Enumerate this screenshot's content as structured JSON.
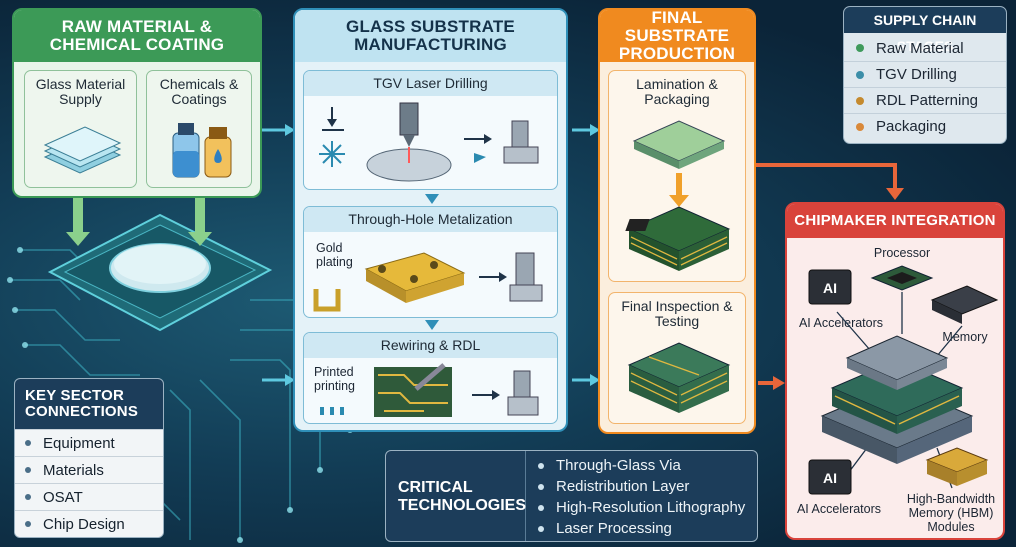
{
  "raw_material": {
    "title": "RAW MATERIAL &\nCHEMICAL COATING",
    "glass_supply": "Glass Material\nSupply",
    "chemicals": "Chemicals &\nCoatings"
  },
  "glass_manufacturing": {
    "title": "GLASS SUBSTRATE\nMANUFACTURING",
    "steps": [
      {
        "title": "TGV Laser Drilling"
      },
      {
        "title": "Through-Hole Metalization",
        "side_label": "Gold\nplating"
      },
      {
        "title": "Rewiring & RDL",
        "side_label": "Printed\nprinting"
      }
    ]
  },
  "final_substrate": {
    "title": "FINAL SUBSTRATE\nPRODUCTION",
    "lamination": "Lamination &\nPackaging",
    "inspection": "Final Inspection &\nTesting"
  },
  "supply_chain": {
    "title": "SUPPLY CHAIN STAGES",
    "items": [
      {
        "label": "Raw Material",
        "color": "#3f9a5c"
      },
      {
        "label": "TGV Drilling",
        "color": "#3c8ea8"
      },
      {
        "label": "RDL Patterning",
        "color": "#c58a2e"
      },
      {
        "label": "Packaging",
        "color": "#d9893a"
      }
    ]
  },
  "chipmaker": {
    "title": "CHIPMAKER INTEGRATION",
    "processor": "Processor",
    "ai_accelerators_top": "AI Accelerators",
    "memory": "Memory",
    "ai_accelerators_bottom": "AI Accelerators",
    "hbm": "High-Bandwidth\nMemory (HBM)\nModules",
    "ai_chip_text": "AI"
  },
  "key_sector": {
    "title": "KEY SECTOR\nCONNECTIONS",
    "items": [
      "Equipment",
      "Materials",
      "OSAT",
      "Chip Design"
    ]
  },
  "critical": {
    "title": "CRITICAL\nTECHNOLOGIES",
    "items": [
      "Through-Glass Via",
      "Redistribution Layer",
      "High-Resolution Lithography",
      "Laser Processing"
    ]
  },
  "colors": {
    "green": "#3c9a57",
    "blue": "#2f8fb8",
    "orange": "#f08a1f",
    "red": "#d9433b",
    "navy": "#1c3d5a"
  }
}
